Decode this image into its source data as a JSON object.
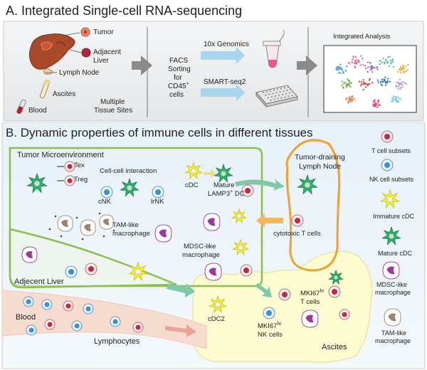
{
  "panel_a": {
    "title": "A. Integrated Single-cell RNA-sequencing",
    "tissues": {
      "tumor": "Tumor",
      "adjacent_line1": "Adjacent",
      "adjacent_line2": "Liver",
      "lymph_node": "Lymph Node",
      "ascites": "Ascites",
      "blood": "Blood",
      "multiple_line1": "Multiple",
      "multiple_line2": "Tissue Sites"
    },
    "facs": {
      "line1": "FACS",
      "line2": "Sorting",
      "line3": "for",
      "line4": "CD45",
      "line4_sup": "+",
      "line5": "cells"
    },
    "platforms": {
      "genomics": "10x Genomics",
      "smartseq": "SMART-seq2"
    },
    "analysis_title": "Integrated Analysis"
  },
  "panel_b": {
    "title": "B. Dynamic properties of immune cells in different tissues",
    "tumor_micro": "Tumor Microenvironment",
    "cell_interaction": "Cell-cell interaction",
    "tex": "Tex",
    "treg": "Treg",
    "cnk": "cNK",
    "lrnk": "lrNK",
    "cdc": "cDC",
    "mature_dc_line1": "Mature",
    "mature_dc_line2": "LAMP3",
    "mature_dc_sup": "+",
    "mature_dc_tail": " DC",
    "tam_line1": "TAM-like",
    "tam_line2": "macrophage",
    "mdsc_line1": "MDSC-like",
    "mdsc_line2": "macrophage",
    "tdln_line1": "Tumor-draining",
    "tdln_line2": "Lymph Node",
    "cytotoxic": "cytotoxic T cells",
    "adjacent_liver": "Adjecent Liver",
    "blood": "Blood",
    "lymphocytes": "Lymphocytes",
    "cdc2": "cDC2",
    "mki67_t_line1": "MKI67",
    "mki67_t_sup": "hi",
    "mki67_t_line2": "T cells",
    "mki67_nk_line1": "MKI67",
    "mki67_nk_sup": "hi",
    "mki67_nk_line2": "NK cells",
    "ascites": "Ascites",
    "legend": {
      "t_cell": "T cell subsets",
      "nk_cell": "NK cell subsets",
      "immature_cdc": "Immature cDC",
      "mature_cdc": "Mature cDC",
      "mdsc_line1": "MDSC-like",
      "mdsc_line2": "macrophage",
      "tam_line1": "TAM-like",
      "tam_line2": "macrophage"
    }
  },
  "colors": {
    "t_cell_nucleus": "#c8283c",
    "nk_cell_nucleus": "#3a8fd8",
    "immature_cdc": "#f2ee3a",
    "mature_cdc": "#2fb06a",
    "mdsc": "#9a3a9a",
    "tam": "#9b8474",
    "tme_border": "#8bbf4c",
    "tdln_border": "#f0a030",
    "ascites_fill": "#fdfbd0",
    "blood_fill": "#f6dccf",
    "arrow_gray": "#8a8a8a",
    "arrow_blue": "#a8d4ec"
  }
}
